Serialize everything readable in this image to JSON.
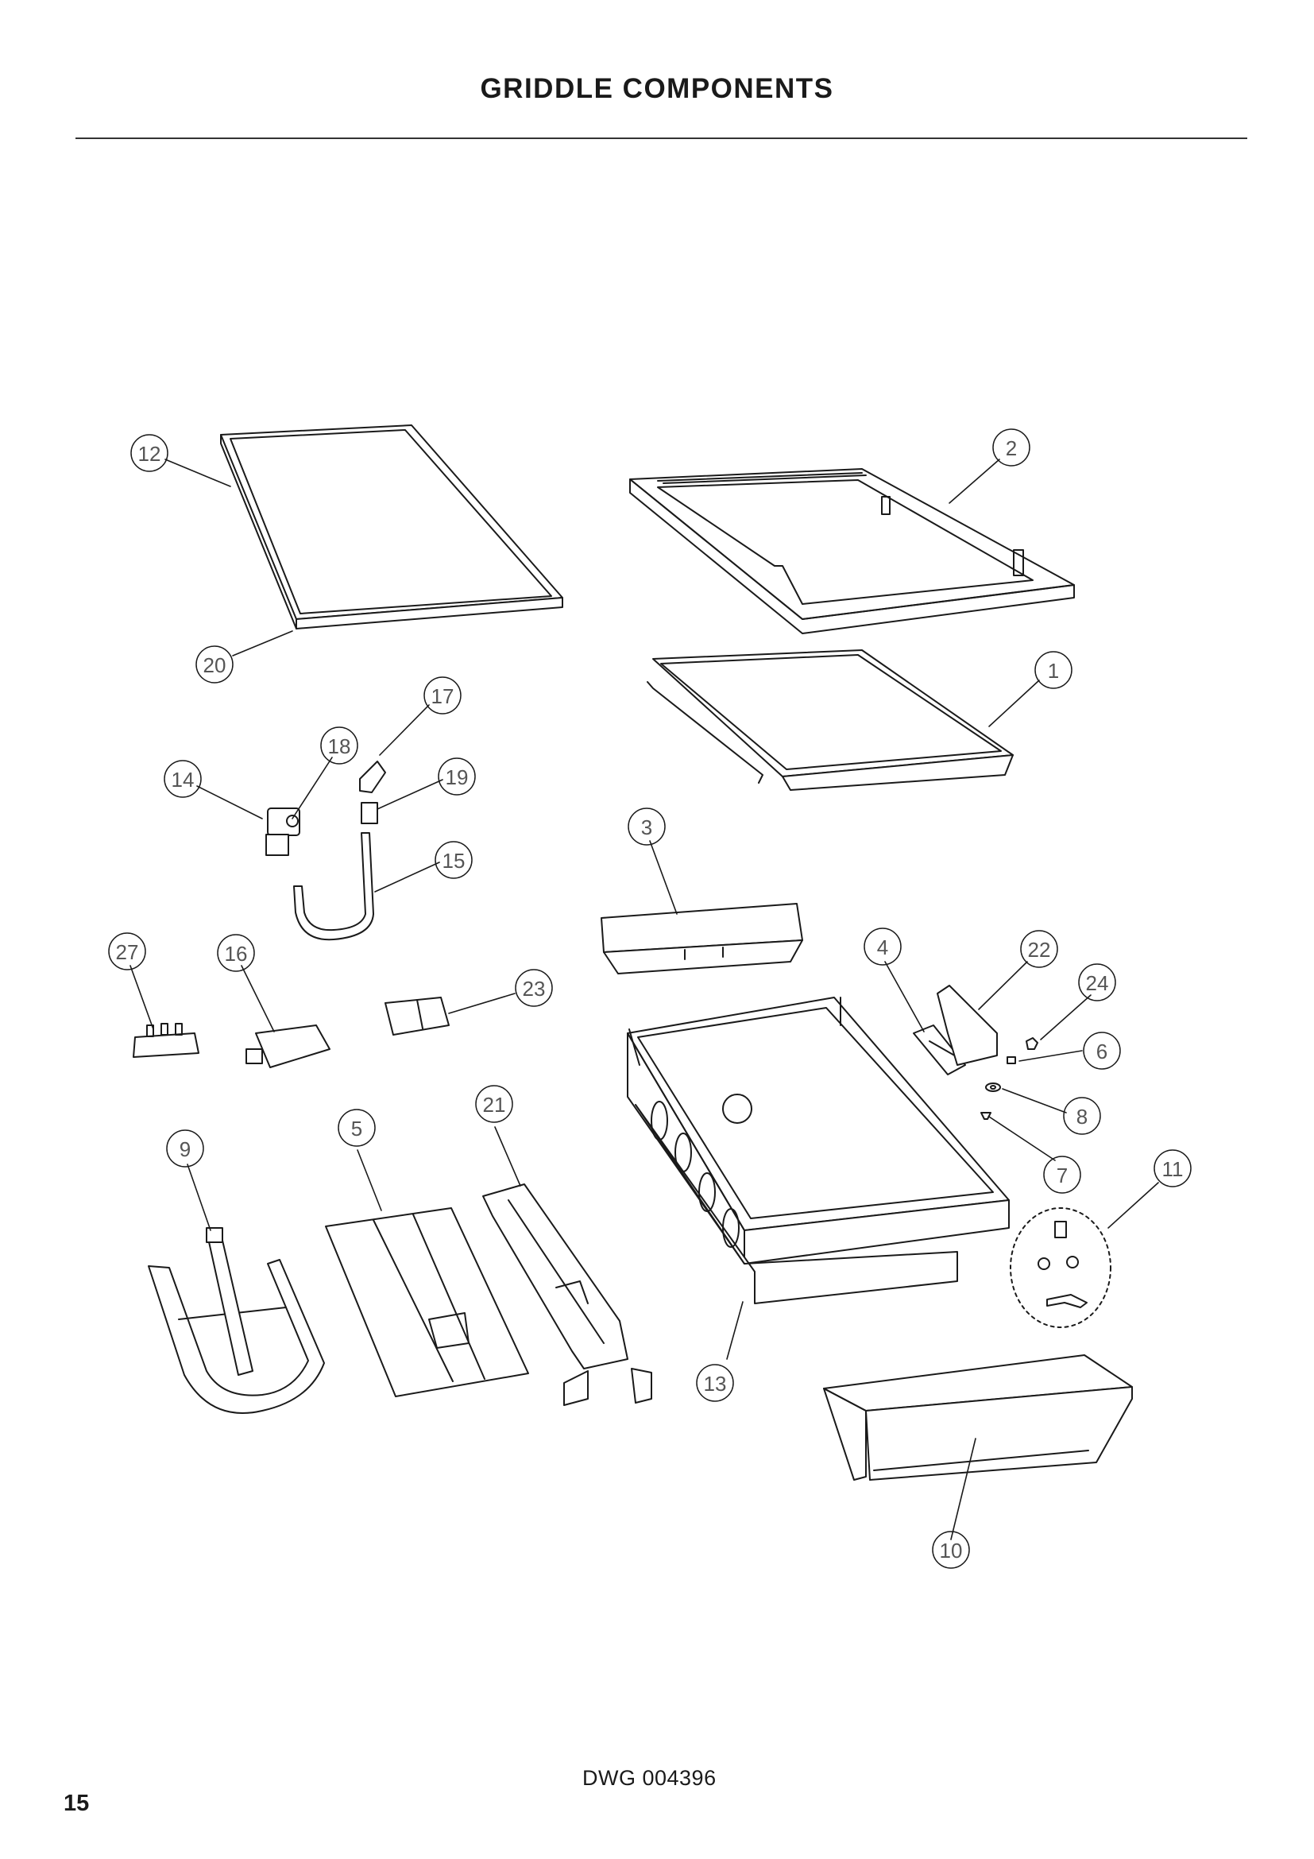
{
  "page": {
    "title": "GRIDDLE COMPONENTS",
    "drawing_number": "DWG 004396",
    "page_number": "15"
  },
  "callouts": [
    "12",
    "2",
    "20",
    "1",
    "17",
    "18",
    "19",
    "14",
    "15",
    "3",
    "27",
    "16",
    "23",
    "4",
    "22",
    "24",
    "6",
    "8",
    "7",
    "21",
    "5",
    "9",
    "11",
    "13",
    "10"
  ]
}
